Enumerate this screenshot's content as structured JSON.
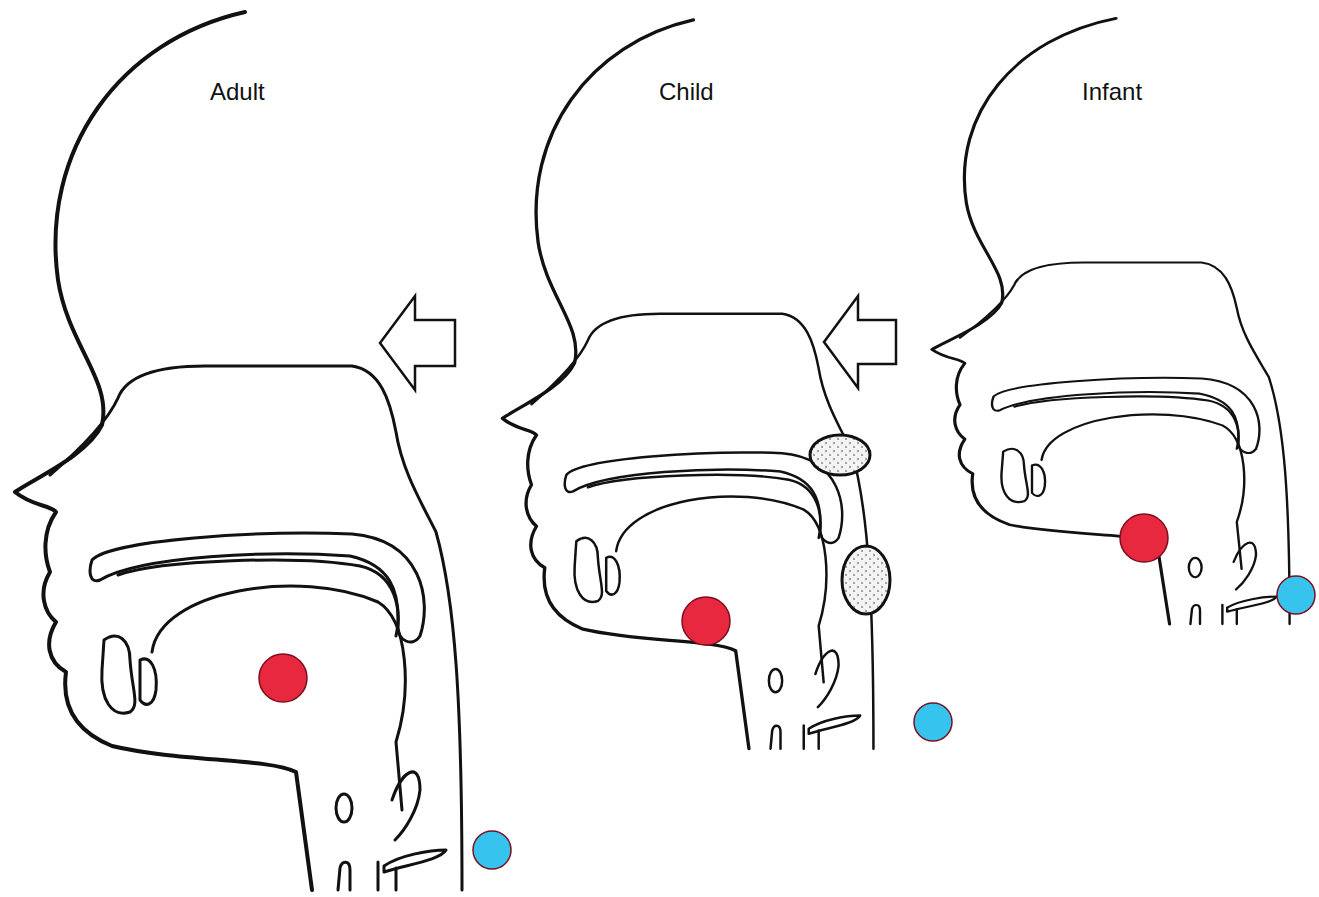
{
  "diagram": {
    "labels": [
      "Adult",
      "Child",
      "Infant"
    ]
  }
}
